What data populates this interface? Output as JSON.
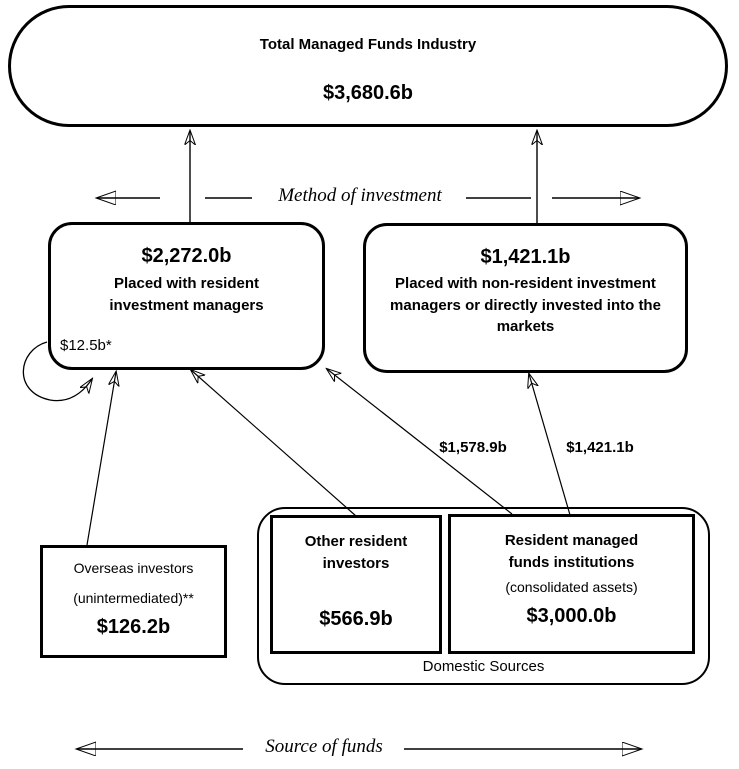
{
  "diagram": {
    "total": {
      "title": "Total Managed Funds Industry",
      "value": "$3,680.6b"
    },
    "method_label": "Method of investment",
    "source_label": "Source of funds",
    "resident_managers": {
      "value": "$2,272.0b",
      "lines": [
        "Placed with resident",
        "investment managers"
      ],
      "loop_label": "$12.5b*"
    },
    "non_resident": {
      "value": "$1,421.1b",
      "lines": [
        "Placed with non-resident investment",
        "managers or directly invested into the",
        "markets"
      ]
    },
    "overseas": {
      "line1": "Overseas investors",
      "line2": "(unintermediated)**",
      "value": "$126.2b"
    },
    "other_resident": {
      "lines": [
        "Other resident",
        "investors"
      ],
      "value": "$566.9b"
    },
    "resident_funds": {
      "lines": [
        "Resident managed",
        "funds institutions"
      ],
      "subnote": "(consolidated assets)",
      "value": "$3,000.0b"
    },
    "domestic_sources_label": "Domestic Sources",
    "flow_to_resident_label": "$1,578.9b",
    "flow_to_non_resident_label": "$1,421.1b",
    "colors": {
      "ink": "#000000",
      "background": "#ffffff"
    }
  }
}
